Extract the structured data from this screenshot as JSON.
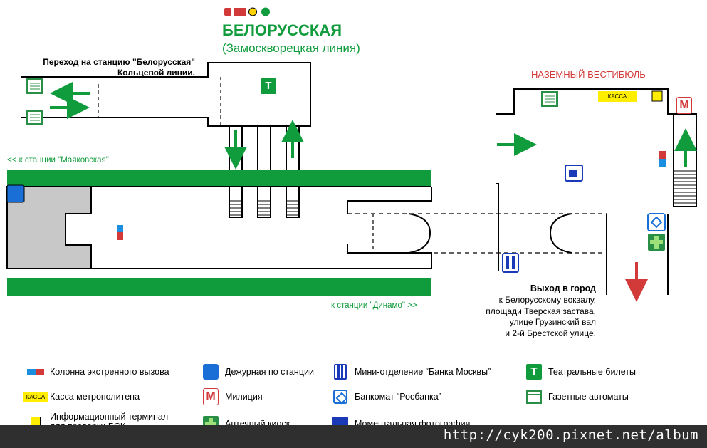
{
  "header": {
    "logos": [
      "metro-logo-icon",
      "mts-logo-icon",
      "beeline-logo-icon",
      "megafon-logo-icon"
    ],
    "title": "БЕЛОРУССКАЯ",
    "subtitle": "(Замоскворецкая линия)"
  },
  "map": {
    "transfer_label": "Переход на станцию \"Белорусская\" Кольцевой линии.",
    "to_mayakovskaya": "<< к станции \"Маяковская\"",
    "to_dinamo": "к станции \"Динамо\" >>",
    "vestibule_label": "НАЗЕМНЫЙ ВЕСТИБЮЛЬ",
    "kassa_label": "КАССА",
    "exit_title": "Выход в город",
    "exit_lines": [
      "к Белорусскому вокзалу,",
      "площади Тверская застава,",
      "улице Грузинский вал",
      "и 2-й Брестской улице."
    ],
    "theatre_icon_letter": "Т",
    "police_icon_letter": "М"
  },
  "legend": [
    {
      "icon": "emergency-column-icon",
      "label": "Колонна экстренного вызова"
    },
    {
      "icon": "duty-room-icon",
      "label": "Дежурная по станции"
    },
    {
      "icon": "bank-moscow-icon",
      "label": "Мини-отделение “Банка Москвы”"
    },
    {
      "icon": "theatre-tickets-icon",
      "label": "Театральные билеты"
    },
    {
      "icon": "kassa-icon",
      "label": "Касса метрополитена",
      "icon_text": "КАССА"
    },
    {
      "icon": "police-icon",
      "label": "Милиция",
      "icon_text": "М"
    },
    {
      "icon": "rosbank-atm-icon",
      "label": "Банкомат “Росбанка”"
    },
    {
      "icon": "newspaper-machine-icon",
      "label": "Газетные автоматы"
    },
    {
      "icon": "info-terminal-icon",
      "label": "Информационный терминал для проверки БСК"
    },
    {
      "icon": "pharmacy-kiosk-icon",
      "label": "Аптечный киоск"
    },
    {
      "icon": "photo-booth-icon",
      "label": "Моментальная фотография"
    }
  ],
  "footer": {
    "url": "http://cyk200.pixnet.net/album"
  },
  "colors": {
    "green": "#109c3c",
    "red": "#d23a3a",
    "blue": "#1a6fd6",
    "yellow": "#ffee00",
    "gray": "#c8c8c8"
  }
}
